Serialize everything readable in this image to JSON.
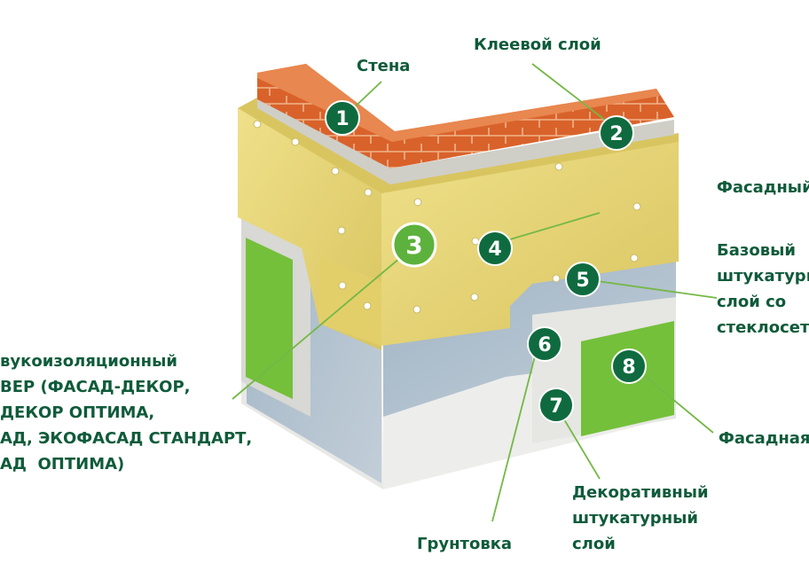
{
  "labels": {
    "wall": "Стена",
    "glue_layer": "Клеевой слой",
    "facade_dowel": "Фасадный",
    "base_plaster": "Базовый\nштукатурн\nслой со\nстеклосетк",
    "insulation": "вукоизоляционный\nВЕР (ФАСАД-ДЕКОР,\nДЕКОР ОПТИМА,\nАД, ЭКОФАСАД СТАНДАРТ,\nАД  ОПТИМА)",
    "primer": "Грунтовка",
    "decor_plaster": "Декоративный\nштукатурный\nслой",
    "facade_paint": "Фасадная"
  },
  "badges": [
    "1",
    "2",
    "3",
    "4",
    "5",
    "6",
    "7",
    "8"
  ],
  "colors": {
    "label_text": "#0f5b3a",
    "badge_dark": "#0f6b3f",
    "badge_light": "#5cb23c",
    "leader_line": "#74b846",
    "brick": "#d9622b",
    "wool": "#e8d67a",
    "mesh": "#a8b8c4",
    "primer": "#e2e2e2",
    "paint": "#74c03a"
  }
}
